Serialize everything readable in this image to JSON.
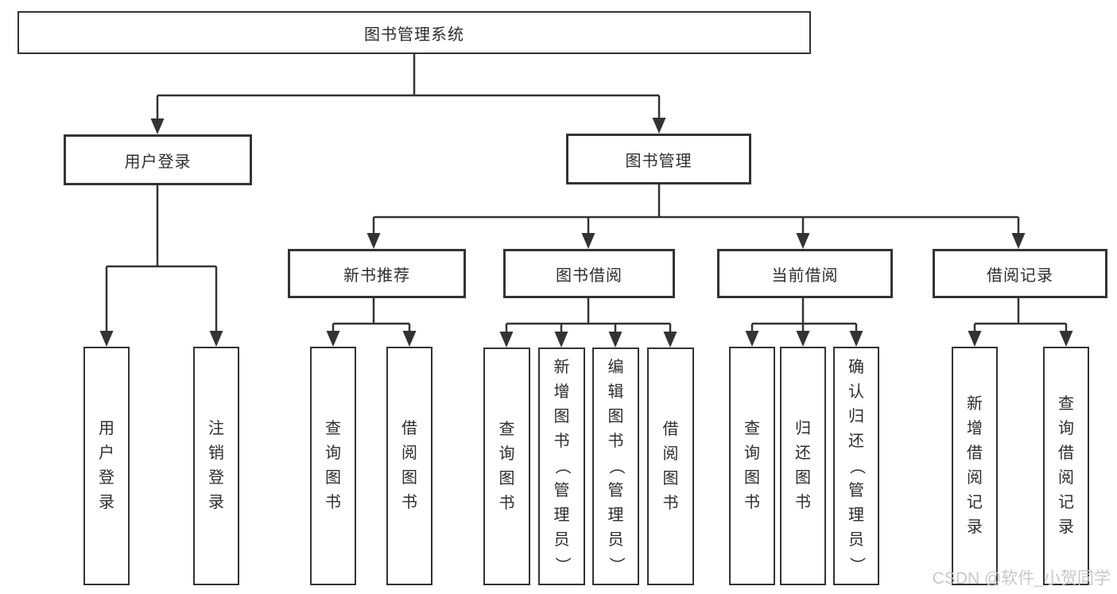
{
  "colors": {
    "line": "#333333",
    "box_border": "#333333",
    "text": "#2d2d2d",
    "background": "#ffffff",
    "watermark_color": "#c8c8c8"
  },
  "watermark": {
    "text": "CSDN @软件_小贺同学"
  },
  "tree": {
    "root": "图书管理系统",
    "branches": [
      {
        "label": "用户登录",
        "leaves": [
          "用户登录",
          "注销登录"
        ]
      },
      {
        "label": "图书管理",
        "children": [
          {
            "label": "新书推荐",
            "leaves": [
              "查询图书",
              "借阅图书"
            ]
          },
          {
            "label": "图书借阅",
            "leaves": [
              "查询图书",
              "新增图书（管理员）",
              "编辑图书（管理员）",
              "借阅图书"
            ]
          },
          {
            "label": "当前借阅",
            "leaves": [
              "查询图书",
              "归还图书",
              "确认归还（管理员）"
            ]
          },
          {
            "label": "借阅记录",
            "leaves": [
              "新增借阅记录",
              "查询借阅记录"
            ]
          }
        ]
      }
    ]
  }
}
